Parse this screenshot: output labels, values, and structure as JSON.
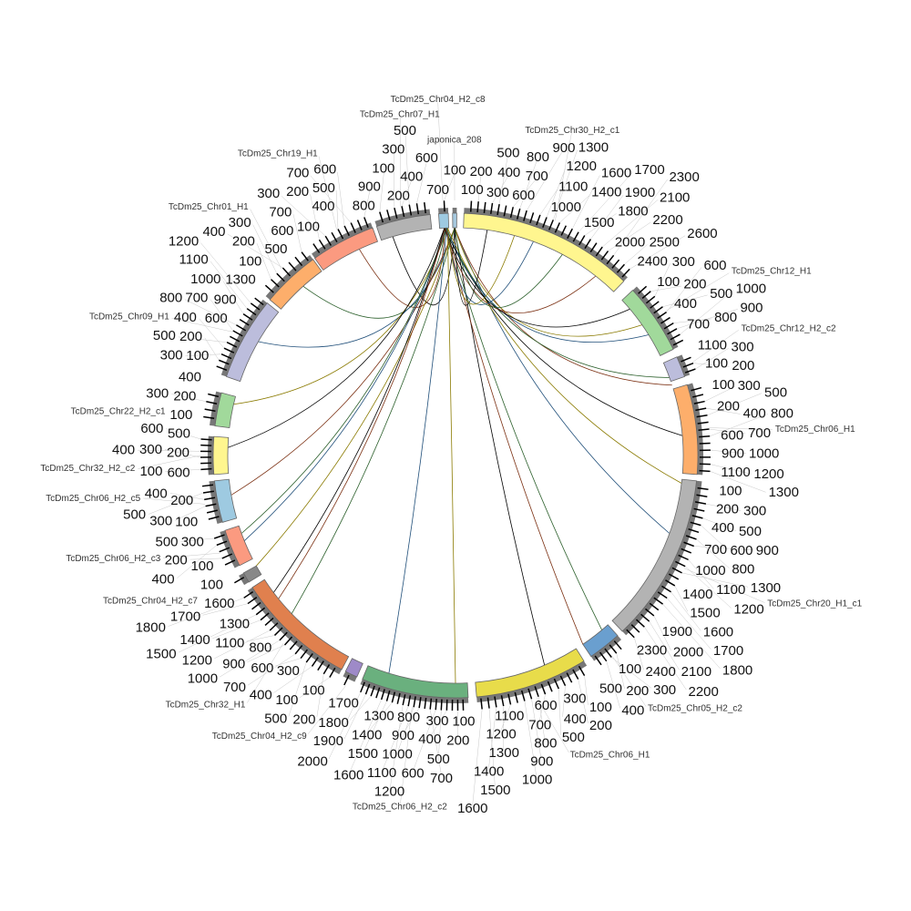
{
  "diagram": {
    "type": "circos",
    "segments": [
      {
        "name": "japonica_208",
        "color": "#a6c8de",
        "ticks": []
      },
      {
        "name": "TcDm25_Chr30_H2_c1",
        "color": "#fff68f",
        "ticks": [
          "100",
          "200",
          "300",
          "400",
          "500",
          "600",
          "700",
          "800",
          "900",
          "1000",
          "1100",
          "1200",
          "1300",
          "1400",
          "1500",
          "1600",
          "1700",
          "1800",
          "1900",
          "2000",
          "2100",
          "2200",
          "2300",
          "2400",
          "2500",
          "2600"
        ]
      },
      {
        "name": "TcDm25_Chr12_H1",
        "color": "#a1d99b",
        "ticks": [
          "100",
          "200",
          "300",
          "400",
          "500",
          "600",
          "700",
          "800",
          "900",
          "1000",
          "1100"
        ]
      },
      {
        "name": "TcDm25_Chr12_H2_c2",
        "color": "#bcbddc",
        "ticks": [
          "100",
          "200",
          "300"
        ]
      },
      {
        "name": "TcDm25_Chr06_H1",
        "color": "#fdae6b",
        "ticks": [
          "100",
          "200",
          "300",
          "400",
          "500",
          "600",
          "700",
          "800",
          "900",
          "1000",
          "1100",
          "1200",
          "1300"
        ]
      },
      {
        "name": "TcDm25_Chr20_H1_c1",
        "color": "#b3b3b3",
        "ticks": [
          "100",
          "200",
          "300",
          "400",
          "500",
          "600",
          "700",
          "800",
          "900",
          "1000",
          "1100",
          "1200",
          "1300",
          "1400",
          "1500",
          "1600",
          "1700",
          "1800",
          "1900",
          "2000",
          "2100",
          "2200",
          "2300",
          "2400"
        ]
      },
      {
        "name": "TcDm25_Chr05_H2_c2",
        "color": "#6a9fcf",
        "ticks": [
          "100",
          "200",
          "300",
          "400",
          "500"
        ]
      },
      {
        "name": "TcDm25_Chr06_H1",
        "color": "#e8dc4a",
        "ticks": [
          "100",
          "200",
          "300",
          "400",
          "500",
          "600",
          "700",
          "800",
          "900",
          "1000",
          "1100",
          "1200",
          "1300",
          "1400",
          "1500",
          "1600"
        ]
      },
      {
        "name": "TcDm25_Chr06_H2_c2",
        "color": "#6ab07e",
        "ticks": [
          "100",
          "200",
          "300",
          "400",
          "500",
          "600",
          "700",
          "800",
          "900",
          "1000",
          "1100",
          "1200",
          "1300",
          "1400",
          "1500",
          "1600",
          "1700",
          "1800",
          "1900",
          "2000"
        ]
      },
      {
        "name": "TcDm25_Chr04_H2_c9",
        "color": "#9e8ac8",
        "ticks": [
          "100"
        ]
      },
      {
        "name": "TcDm25_Chr32_H1",
        "color": "#e0804e",
        "ticks": [
          "100",
          "200",
          "300",
          "400",
          "500",
          "600",
          "700",
          "800",
          "900",
          "1000",
          "1100",
          "1200",
          "1300",
          "1400",
          "1500",
          "1600",
          "1700",
          "1800"
        ]
      },
      {
        "name": "TcDm25_Chr04_H2_c7",
        "color": "#888888",
        "ticks": [
          "100"
        ]
      },
      {
        "name": "TcDm25_Chr06_H2_c3",
        "color": "#fb9a80",
        "ticks": [
          "100",
          "200",
          "300",
          "400",
          "500"
        ]
      },
      {
        "name": "TcDm25_Chr06_H2_c5",
        "color": "#9ecae1",
        "ticks": [
          "100",
          "200",
          "300",
          "400",
          "500",
          "600"
        ]
      },
      {
        "name": "TcDm25_Chr32_H2_c2",
        "color": "#fff68f",
        "ticks": [
          "100",
          "200",
          "300",
          "400",
          "500",
          "600"
        ]
      },
      {
        "name": "TcDm25_Chr22_H2_c1",
        "color": "#a1d99b",
        "ticks": [
          "100",
          "200",
          "300",
          "400"
        ]
      },
      {
        "name": "TcDm25_Chr09_H1",
        "color": "#bcbddc",
        "ticks": [
          "100",
          "200",
          "300",
          "400",
          "500",
          "600",
          "700",
          "800",
          "900",
          "1000",
          "1100",
          "1200",
          "1300"
        ]
      },
      {
        "name": "TcDm25_Chr01_H1",
        "color": "#fdae6b",
        "ticks": [
          "100",
          "200",
          "300",
          "400",
          "500",
          "600",
          "700"
        ]
      },
      {
        "name": "TcDm25_Chr19_H1",
        "color": "#fb9a80",
        "ticks": [
          "100",
          "200",
          "300",
          "400",
          "500",
          "600",
          "700",
          "800",
          "900"
        ]
      },
      {
        "name": "TcDm25_Chr07_H1",
        "color": "#b3b3b3",
        "ticks": [
          "100",
          "200",
          "300",
          "400",
          "500",
          "600",
          "700"
        ]
      },
      {
        "name": "TcDm25_Chr04_H2_c8",
        "color": "#9ecae1",
        "ticks": [
          "100"
        ]
      }
    ],
    "link_colors": [
      "#000000",
      "#7a2e10",
      "#2b5f2b",
      "#1f4e79",
      "#8a7a00"
    ]
  }
}
